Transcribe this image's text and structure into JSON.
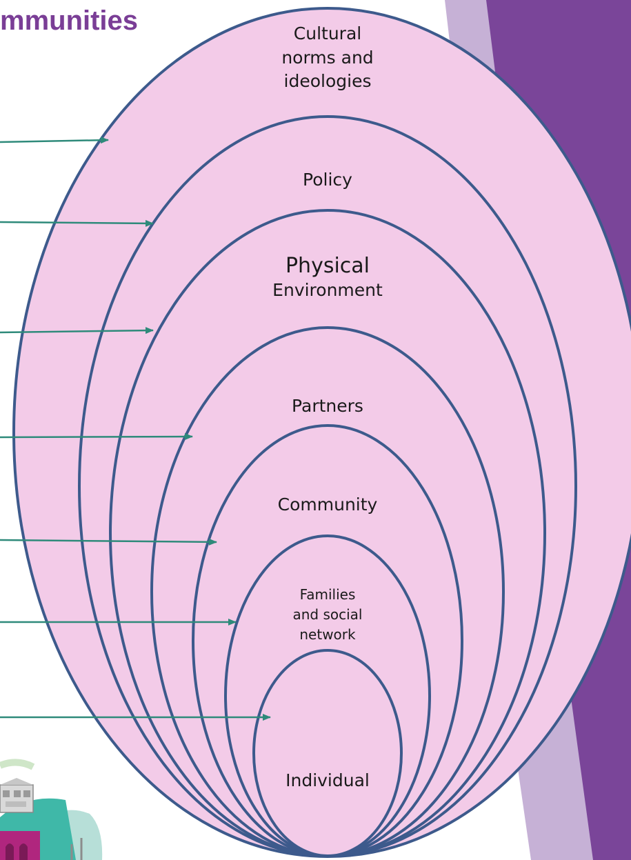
{
  "header": {
    "title": "mmunities"
  },
  "diagram": {
    "rings": [
      {
        "id": "cultural",
        "lines": [
          "Cultural",
          "norms and",
          "ideologies"
        ]
      },
      {
        "id": "policy",
        "lines": [
          "Policy"
        ]
      },
      {
        "id": "physical",
        "lines": [
          "Physical",
          "Environment"
        ]
      },
      {
        "id": "partners",
        "lines": [
          "Partners"
        ]
      },
      {
        "id": "community",
        "lines": [
          "Community"
        ]
      },
      {
        "id": "families",
        "lines": [
          "Families",
          "and social",
          "network"
        ]
      },
      {
        "id": "individual",
        "lines": [
          "Individual"
        ]
      }
    ]
  },
  "colors": {
    "ring_fill": "#f3cbe8",
    "ring_stroke": "#3d5a8c",
    "arrow": "#2e8a7a",
    "title": "#7a3e96",
    "panel_dark": "#7a4599",
    "panel_light": "#c6b1d6"
  },
  "logo": {
    "icon": "heritage-building-logo-icon"
  }
}
